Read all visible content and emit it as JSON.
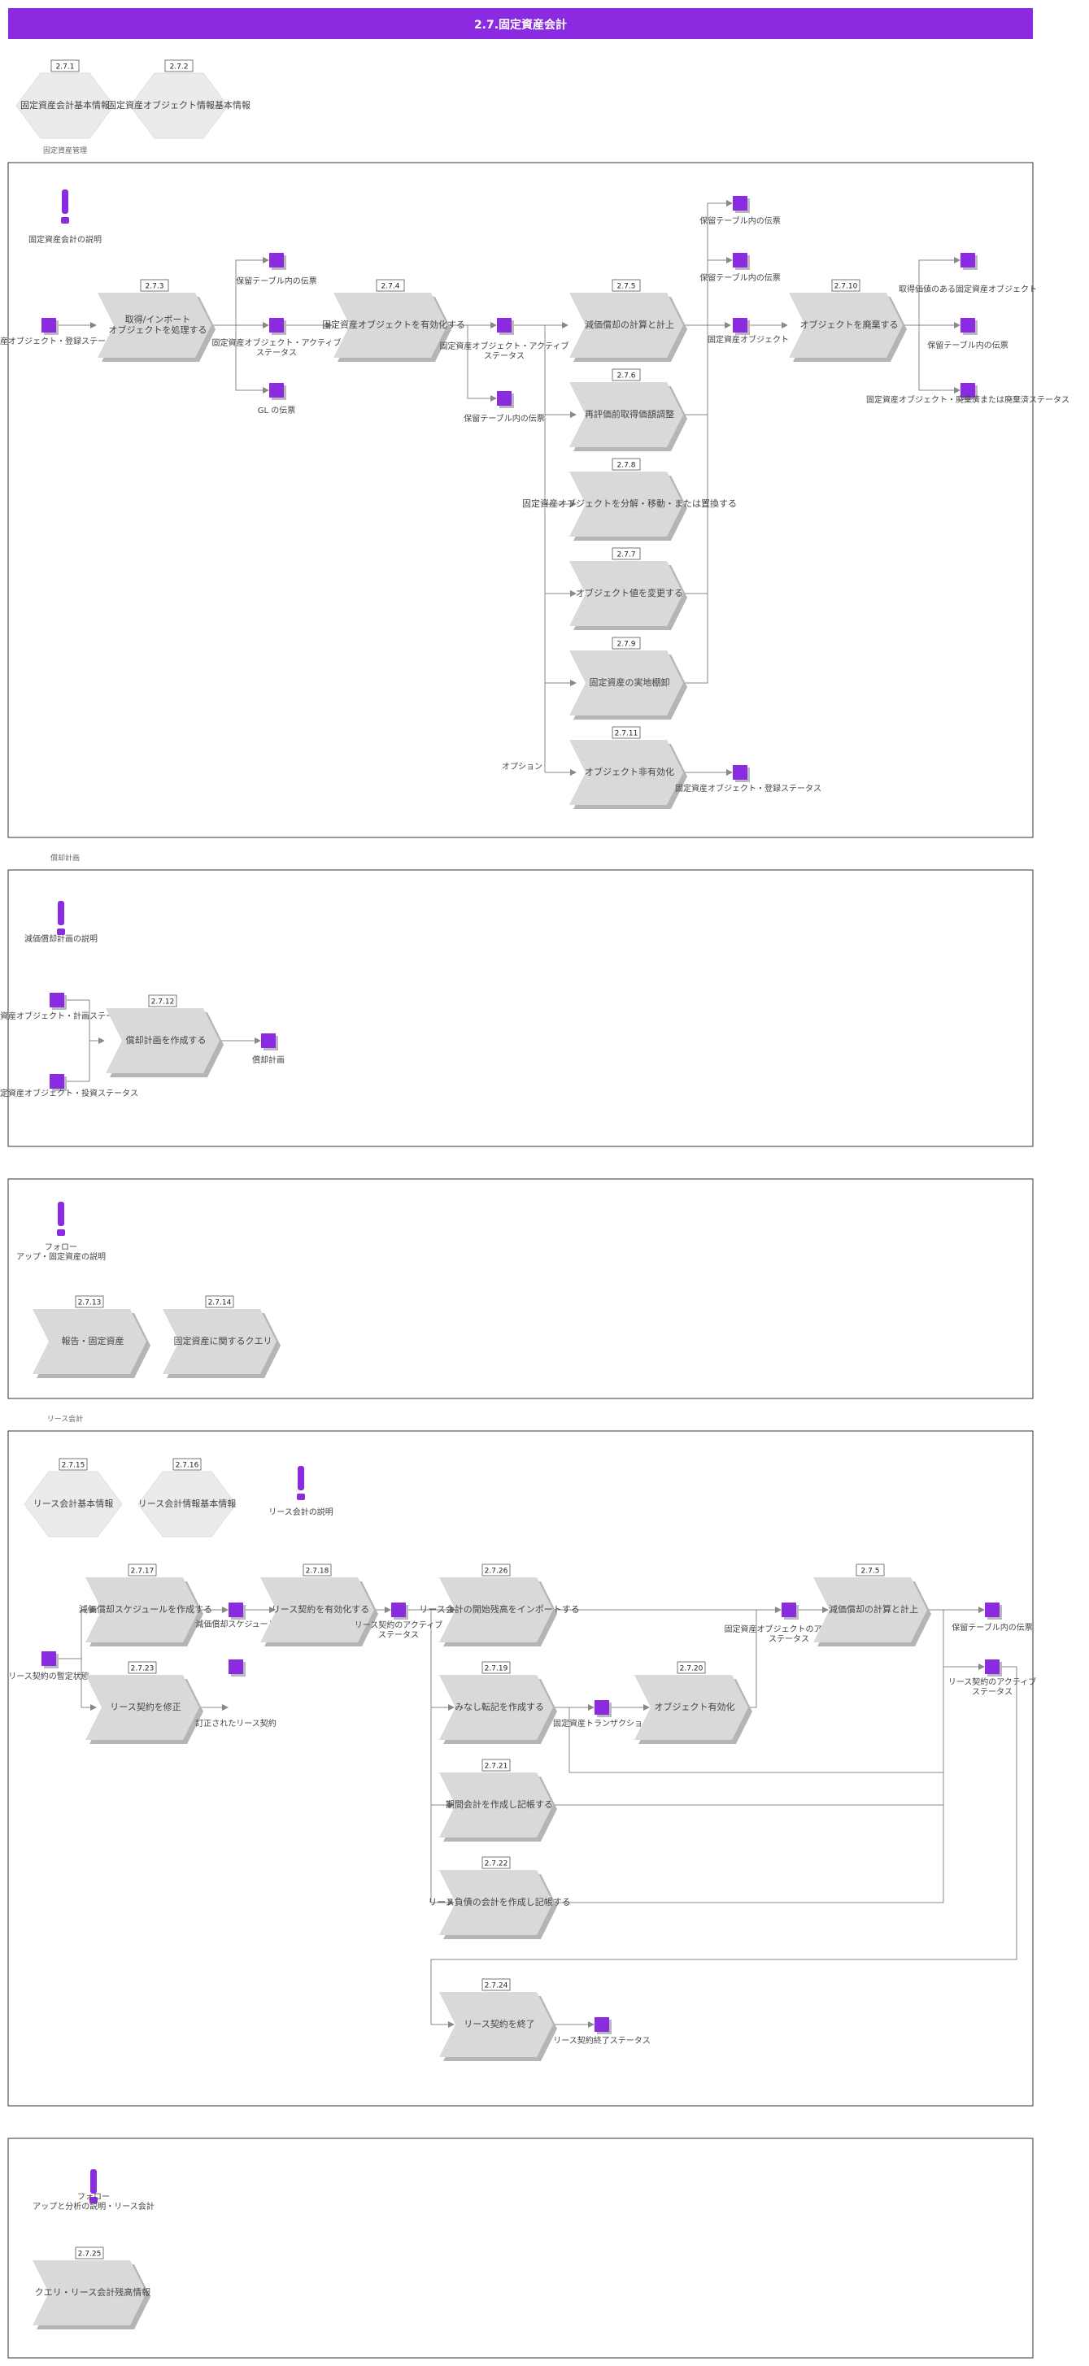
{
  "header": {
    "title": "2.7.固定資産会計"
  },
  "colors": {
    "accent": "#8a2be2",
    "shape": "#d9d9d9",
    "shape_light": "#ebebea",
    "line": "#888888"
  },
  "sections": [
    {
      "id": "s1",
      "label": "固定資産管理"
    },
    {
      "id": "s2",
      "label": "償却計画"
    },
    {
      "id": "s3",
      "label": "リース会計"
    }
  ],
  "ids": {
    "h271": "2.7.1",
    "h272": "2.7.2",
    "p273": "2.7.3",
    "p274": "2.7.4",
    "p275": "2.7.5",
    "p276": "2.7.6",
    "p278": "2.7.8",
    "p277": "2.7.7",
    "p279": "2.7.9",
    "p2711": "2.7.11",
    "p2710": "2.7.10",
    "p2712": "2.7.12",
    "p2713": "2.7.13",
    "p2714": "2.7.14",
    "h2715": "2.7.15",
    "h2716": "2.7.16",
    "p2717": "2.7.17",
    "p2718": "2.7.18",
    "p2726": "2.7.26",
    "p275b": "2.7.5",
    "p2723": "2.7.23",
    "p2719": "2.7.19",
    "p2720": "2.7.20",
    "p2721": "2.7.21",
    "p2722": "2.7.22",
    "p2724": "2.7.24",
    "p2725": "2.7.25"
  },
  "nodes": {
    "h271": "固定資産会計基本情報",
    "h272": "固定資産オブジェクト情報基本情報",
    "p273": "取得/インポート\nオブジェクトを処理する",
    "p274": "固定資産オブジェクトを有効化する",
    "p275": "減価償却の計算と計上",
    "p276": "再評価前取得価額調整",
    "p278": "固定資産オブジェクトを分解・移動・または置換する",
    "p277": "オブジェクト値を変更する",
    "p279": "固定資産の実地棚卸",
    "p2711": "オブジェクト非有効化",
    "p2710": "オブジェクトを廃棄する",
    "p2712": "償却計画を作成する",
    "p2713": "報告・固定資産",
    "p2714": "固定資産に関するクエリ",
    "h2715": "リース会計基本情報",
    "h2716": "リース会計情報基本情報",
    "p2717": "減価償却スケジュールを作成する",
    "p2718": "リース契約を有効化する",
    "p2726": "リース会計の開始残高をインポートする",
    "p275b": "減価償却の計算と計上",
    "p2723": "リース契約を修正",
    "p2719": "みなし転記を作成する",
    "p2720": "オブジェクト有効化",
    "p2721": "期間会計を作成し記帳する",
    "p2722": "リース負債の会計を作成し記帳する",
    "p2724": "リース契約を終了",
    "p2725": "クエリ・リース会計残高情報"
  },
  "events": {
    "e1": "固定資産オブジェクト・登録ステータス",
    "e2": "保留テーブル内の伝票",
    "e3": "固定資産オブジェクト・アクティブ\nステータス",
    "e4": "GL の伝票",
    "e5": "固定資産オブジェクト・アクティブ\nステータス",
    "e6": "保留テーブル内の伝票",
    "e7": "保留テーブル内の伝票",
    "e8": "保留テーブル内の伝票",
    "e9": "固定資産オブジェクト",
    "e10": "取得価値のある固定資産オブジェクト",
    "e11": "保留テーブル内の伝票",
    "e12": "固定資産オブジェクト・廃棄済または廃棄済ステータス",
    "e13": "固定資産オブジェクト・登録ステータス",
    "e14": "固定資産オブジェクト・計画ステータス",
    "e15": "固定資産オブジェクト・投資ステータス",
    "e16": "償却計画",
    "e17": "リース契約の暫定状態",
    "e18": "減価償却スケジュール",
    "e19": "リース契約のアクティブ\nステータス",
    "e20": "訂正されたリース契約",
    "e21": "固定資産トランザクション",
    "e22": "固定資産オブジェクトのアクティブ\nステータス",
    "e23": "保留テーブル内の伝票",
    "e24": "リース契約のアクティブ\nステータス",
    "e25": "リース契約終了ステータス"
  },
  "notes": {
    "n1": "固定資産会計の説明",
    "n2": "減価償却計画の説明",
    "n3": "フォロー\nアップ・固定資産の説明",
    "n4": "リース会計の説明",
    "n5": "フォロー\nアップと分析の説明・リース会計"
  },
  "labels": {
    "option": "オプション"
  }
}
